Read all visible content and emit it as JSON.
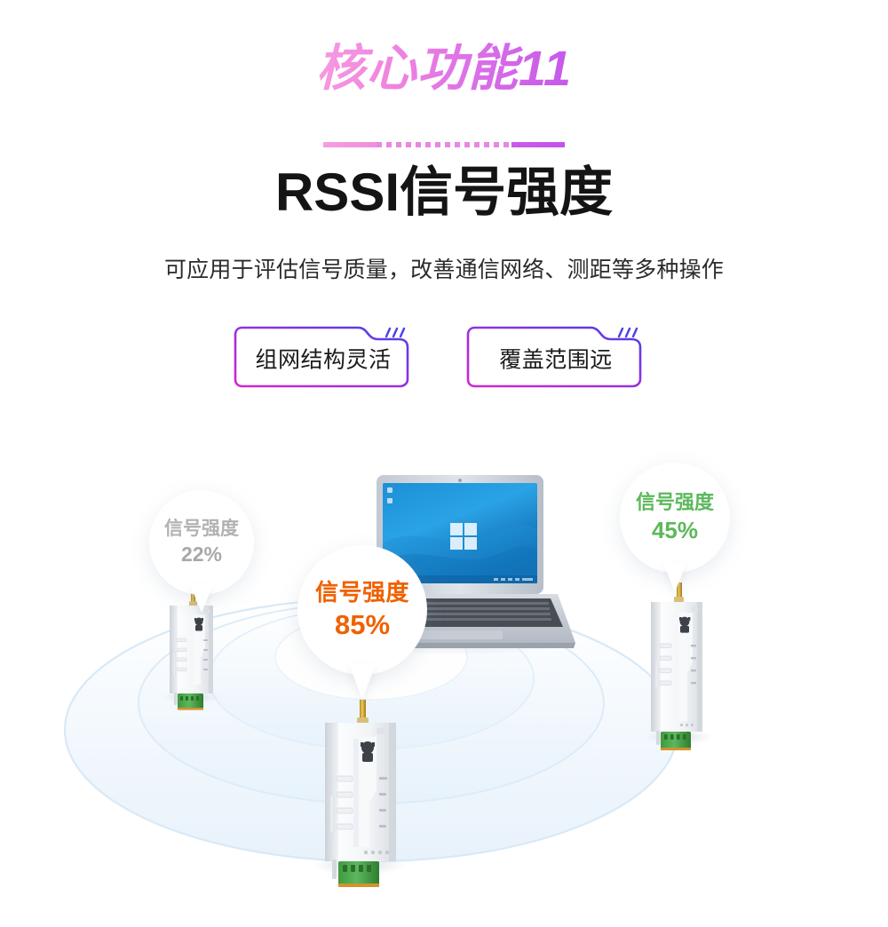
{
  "header": {
    "kicker": "核心功能11",
    "title": "RSSI信号强度",
    "subtitle": "可应用于评估信号质量，改善通信网络、测距等多种操作"
  },
  "tags": [
    {
      "label": "组网结构灵活"
    },
    {
      "label": "覆盖范围远"
    }
  ],
  "diagram": {
    "nodes": [
      {
        "id": "node-left",
        "signal_label": "信号强度",
        "signal_value": "22%",
        "color": "#b2b2b2",
        "device": "wireless-module"
      },
      {
        "id": "node-center",
        "signal_label": "信号强度",
        "signal_value": "85%",
        "color": "#ef6100",
        "device": "wireless-module"
      },
      {
        "id": "node-right",
        "signal_label": "信号强度",
        "signal_value": "45%",
        "color": "#5cb85c",
        "device": "wireless-module"
      }
    ],
    "laptop": {
      "os": "windows-desktop"
    }
  },
  "colors": {
    "kicker_gradient_start": "#f79ddf",
    "kicker_gradient_end": "#c254ea",
    "tag_border_start": "#d226d2",
    "tag_border_end": "#4b3fe8",
    "ripple": "#dcedfa",
    "orange": "#ef6100",
    "green": "#5cb85c",
    "gray": "#b2b2b2"
  }
}
